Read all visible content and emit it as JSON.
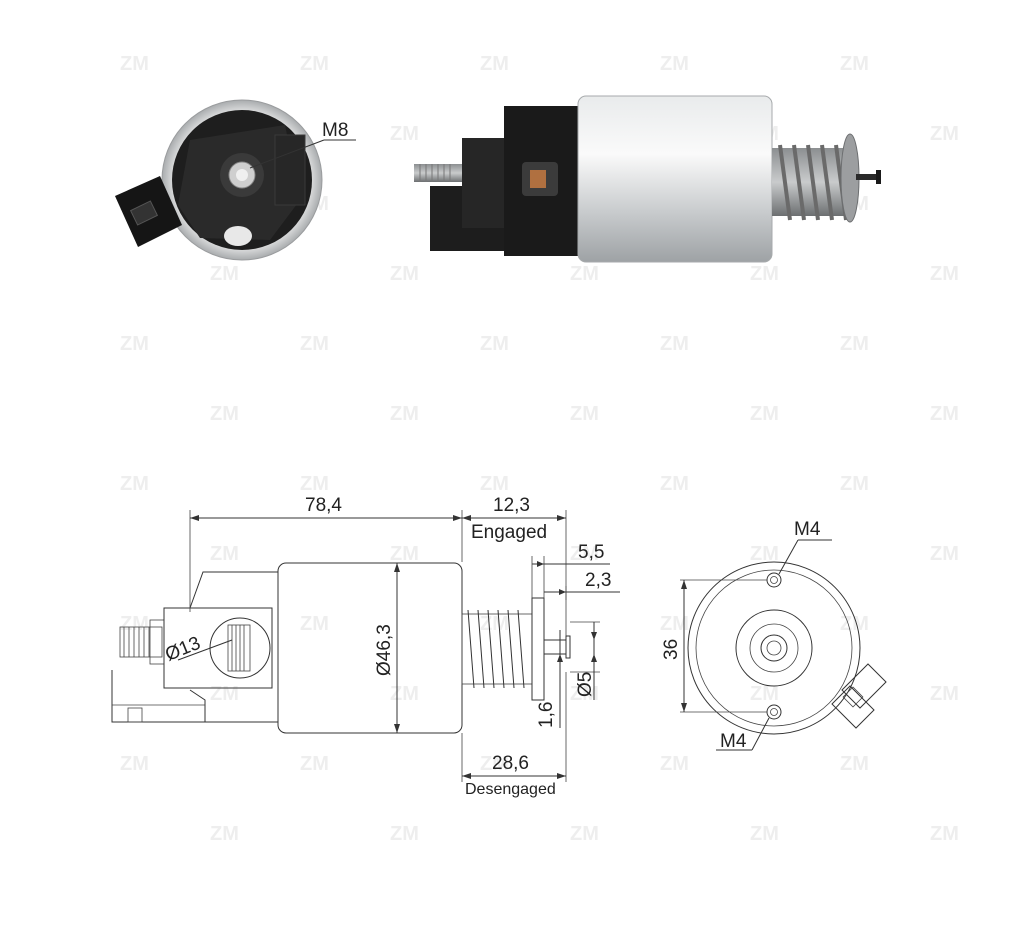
{
  "watermark": {
    "brand": "ZM"
  },
  "photo_top_view": {
    "thread_label": "M8"
  },
  "drawing_side": {
    "overall_length": "78,4",
    "plunger_travel": "12,3",
    "engaged_label": "Engaged",
    "dim_5_5": "5,5",
    "dim_2_3": "2,3",
    "terminal_diameter": "Ø13",
    "body_diameter": "Ø46,3",
    "pin_diameter": "Ø5",
    "dim_1_6": "1,6",
    "desengaged_length": "28,6",
    "desengaged_label": "Desengaged"
  },
  "drawing_front": {
    "mount_top": "M4",
    "mount_bottom": "M4",
    "mount_spacing": "36"
  },
  "colors": {
    "body_silver": "#cfd2d4",
    "housing_black": "#1d1d1d",
    "line": "#333333",
    "watermark": "#eeeeee"
  }
}
